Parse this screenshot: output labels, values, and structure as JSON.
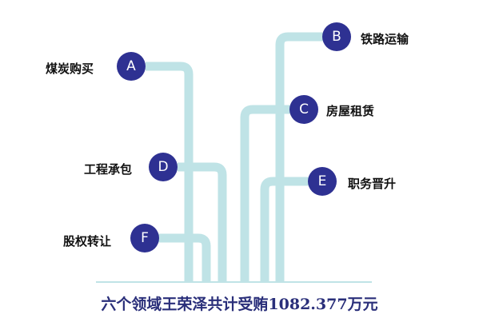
{
  "diagram": {
    "caption": "六个领域王荣泽共计受贿1082.377万元",
    "colors": {
      "node": "#2e3192",
      "pipe": "#bfe3e6",
      "caption": "#2a2f7a",
      "baseline": "#bfe3e6"
    },
    "nodes": [
      {
        "id": "A",
        "letter": "A",
        "label": "煤炭购买"
      },
      {
        "id": "B",
        "letter": "B",
        "label": "铁路运输"
      },
      {
        "id": "C",
        "letter": "C",
        "label": "房屋租赁"
      },
      {
        "id": "D",
        "letter": "D",
        "label": "工程承包"
      },
      {
        "id": "E",
        "letter": "E",
        "label": "职务晋升"
      },
      {
        "id": "F",
        "letter": "F",
        "label": "股权转让"
      }
    ]
  }
}
